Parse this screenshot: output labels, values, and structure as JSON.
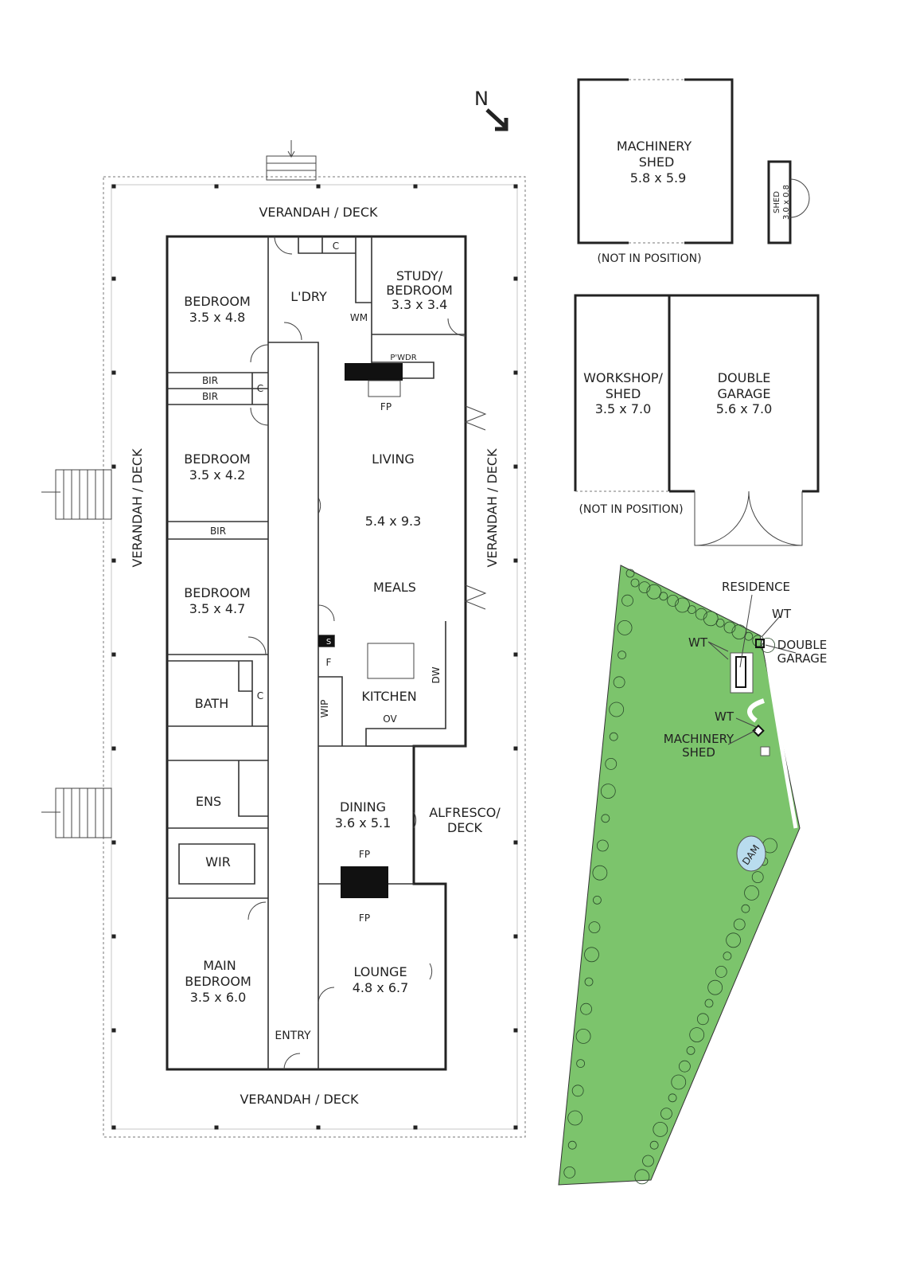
{
  "compass": {
    "label": "N"
  },
  "house": {
    "verandah_top": "VERANDAH / DECK",
    "verandah_left": "VERANDAH / DECK",
    "verandah_right": "VERANDAH / DECK",
    "verandah_bottom": "VERANDAH / DECK",
    "rooms": {
      "bedroom1": {
        "name": "BEDROOM",
        "size": "3.5 x 4.8"
      },
      "laundry": {
        "name": "L'DRY"
      },
      "study": {
        "name1": "STUDY/",
        "name2": "BEDROOM",
        "size": "3.3 x 3.4"
      },
      "bedroom2": {
        "name": "BEDROOM",
        "size": "3.5 x 4.2"
      },
      "bedroom3": {
        "name": "BEDROOM",
        "size": "3.5 x 4.7"
      },
      "living": {
        "name": "LIVING",
        "size": "5.4 x 9.3"
      },
      "meals": {
        "name": "MEALS"
      },
      "kitchen": {
        "name": "KITCHEN"
      },
      "bath": {
        "name": "BATH"
      },
      "ens": {
        "name": "ENS"
      },
      "wir": {
        "name": "WIR"
      },
      "dining": {
        "name": "DINING",
        "size": "3.6 x 5.1"
      },
      "alfresco": {
        "name1": "ALFRESCO/",
        "name2": "DECK"
      },
      "main_bedroom": {
        "name1": "MAIN",
        "name2": "BEDROOM",
        "size": "3.5 x 6.0"
      },
      "lounge": {
        "name": "LOUNGE",
        "size": "4.8 x 6.7"
      },
      "entry": {
        "name": "ENTRY"
      }
    },
    "small_labels": {
      "c": "C",
      "wm": "WM",
      "pwdr": "P'WDR",
      "fp": "FP",
      "bir": "BIR",
      "s": "S",
      "f": "F",
      "dw": "DW",
      "wip": "WIP",
      "ov": "OV"
    }
  },
  "outbuildings": {
    "machinery_shed": {
      "name1": "MACHINERY",
      "name2": "SHED",
      "size": "5.8 x 5.9",
      "note": "(NOT IN POSITION)"
    },
    "shed": {
      "name": "SHED",
      "size": "3.0 x 0.8"
    },
    "workshop": {
      "name1": "WORKSHOP/",
      "name2": "SHED",
      "size": "3.5 x 7.0",
      "note": "(NOT IN POSITION)"
    },
    "double_garage": {
      "name1": "DOUBLE",
      "name2": "GARAGE",
      "size": "5.6 x 7.0"
    }
  },
  "site_plan": {
    "residence": "RESIDENCE",
    "wt": "WT",
    "double_garage1": "DOUBLE",
    "double_garage2": "GARAGE",
    "machinery_shed1": "MACHINERY",
    "machinery_shed2": "SHED",
    "dam": "DAM",
    "colors": {
      "land": "#7cc46c",
      "water": "#b9dcee"
    }
  }
}
